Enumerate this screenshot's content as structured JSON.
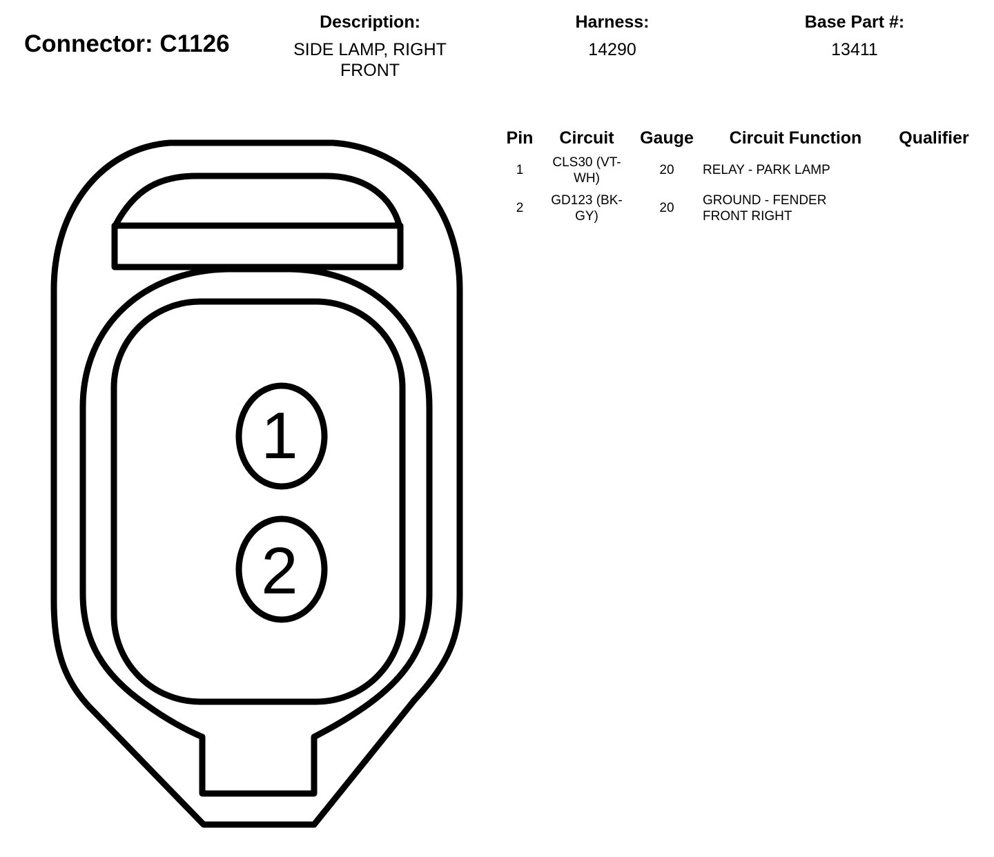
{
  "connector": {
    "title": "Connector: C1126"
  },
  "header": {
    "description_label": "Description:",
    "description_value": "SIDE LAMP, RIGHT FRONT",
    "harness_label": "Harness:",
    "harness_value": "14290",
    "base_part_label": "Base Part #:",
    "base_part_value": "13411"
  },
  "table": {
    "headers": {
      "pin": "Pin",
      "circuit": "Circuit",
      "gauge": "Gauge",
      "circuit_function": "Circuit Function",
      "qualifier": "Qualifier"
    },
    "rows": [
      {
        "pin": "1",
        "circuit": "CLS30 (VT-WH)",
        "gauge": "20",
        "circuit_function": "RELAY - PARK LAMP",
        "qualifier": ""
      },
      {
        "pin": "2",
        "circuit": "GD123 (BK-GY)",
        "gauge": "20",
        "circuit_function": "GROUND - FENDER FRONT RIGHT",
        "qualifier": ""
      }
    ]
  },
  "diagram": {
    "pin_labels": [
      "1",
      "2"
    ],
    "stroke_color": "#000000",
    "fill_color": "#ffffff"
  }
}
